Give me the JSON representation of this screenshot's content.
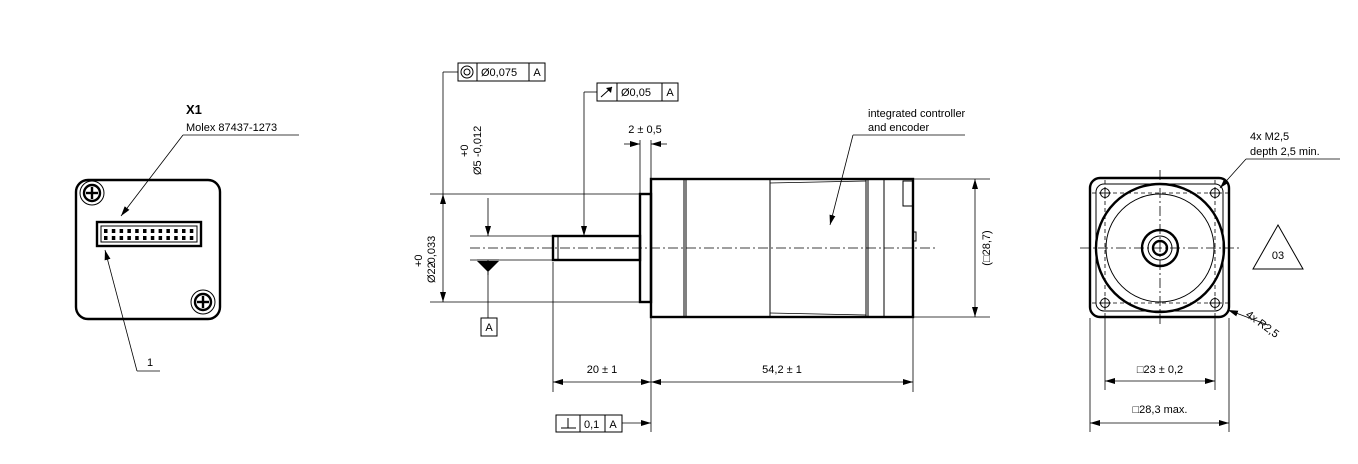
{
  "connector": {
    "designator": "X1",
    "part": "Molex 87437-1273",
    "item_number": "1"
  },
  "side_view": {
    "concentricity": {
      "symbol": "◎",
      "value": "Ø0,075",
      "datum": "A"
    },
    "runout": {
      "symbol": "↗",
      "value": "Ø0,05",
      "datum": "A"
    },
    "shaft_diameter": {
      "base": "Ø5",
      "upper": "+0",
      "lower": "-0,012"
    },
    "flange_diameter": {
      "base": "Ø22",
      "upper": "+0",
      "lower": "-0,033"
    },
    "flange_thickness": "2 ± 0,5",
    "datum_label": "A",
    "controller_note_line1": "integrated controller",
    "controller_note_line2": "and encoder",
    "body_height": "(□28,7)",
    "shaft_length": "20 ± 1",
    "body_length": "54,2 ± 1",
    "perpendicularity": {
      "symbol": "⊥",
      "value": "0,1",
      "datum": "A"
    }
  },
  "front_view": {
    "thread_note_line1": "4x M2,5",
    "thread_note_line2": "depth 2,5 min.",
    "revision": "03",
    "radius_note": "4x R2,5",
    "hole_pattern": "□23 ± 0,2",
    "outer_size": "□28,3 max."
  }
}
